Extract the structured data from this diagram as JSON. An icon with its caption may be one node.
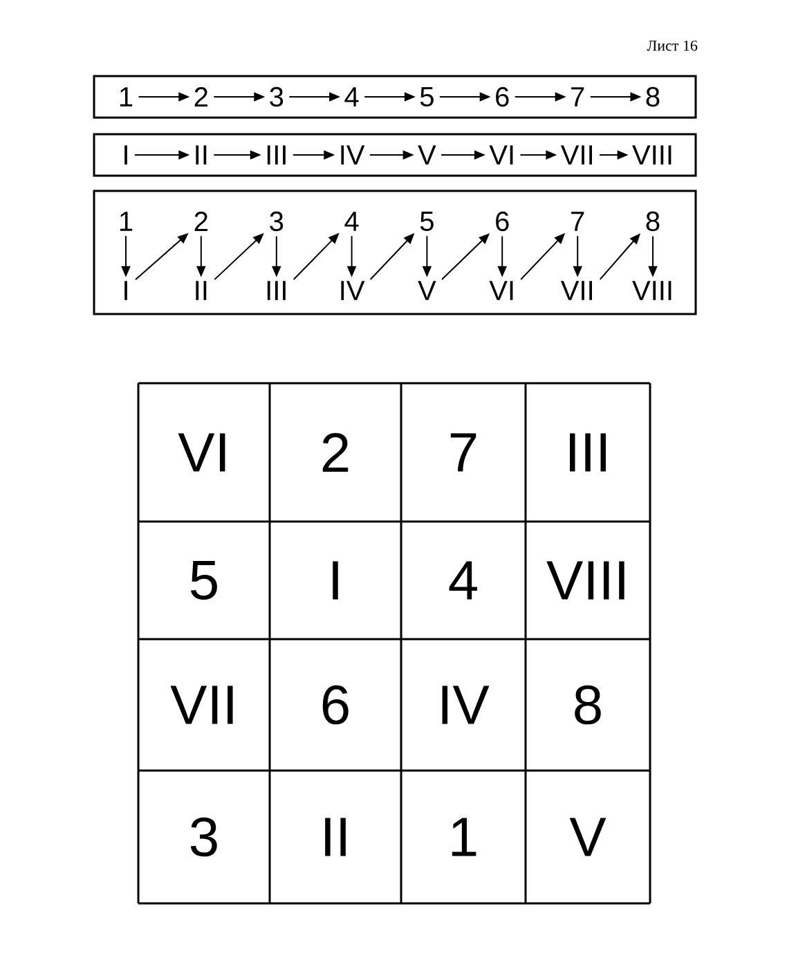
{
  "diagram": {
    "title": "Лист 16",
    "nodes": [
      {
        "text": [],
        "shape": "box"
      },
      {
        "text": [
          "1"
        ],
        "in": 0
      },
      {
        "text": [
          "2"
        ],
        "in": 0
      },
      {
        "text": [
          "3"
        ],
        "in": 0
      },
      {
        "text": [
          "4"
        ],
        "in": 0
      },
      {
        "text": [
          "5"
        ],
        "in": 0
      },
      {
        "text": [
          "6"
        ],
        "in": 0
      },
      {
        "text": [
          "7"
        ],
        "in": 0
      },
      {
        "text": [
          "8"
        ],
        "in": 0
      },
      {
        "text": [],
        "shape": "box"
      },
      {
        "text": [
          "I"
        ],
        "in": 9
      },
      {
        "text": [
          "II"
        ],
        "in": 9
      },
      {
        "text": [
          "III"
        ],
        "in": 9
      },
      {
        "text": [
          "IV"
        ],
        "in": 9
      },
      {
        "text": [
          "V"
        ],
        "in": 9
      },
      {
        "text": [
          "VI"
        ],
        "in": 9
      },
      {
        "text": [
          "VII"
        ],
        "in": 9
      },
      {
        "text": [
          "VIII"
        ],
        "in": 9
      },
      {
        "text": [],
        "shape": "box"
      },
      {
        "text": [
          "1"
        ],
        "in": 18
      },
      {
        "text": [
          "2"
        ],
        "in": 18
      },
      {
        "text": [
          "3"
        ],
        "in": 18
      },
      {
        "text": [
          "4"
        ],
        "in": 18
      },
      {
        "text": [
          "5"
        ],
        "in": 18
      },
      {
        "text": [
          "6"
        ],
        "in": 18
      },
      {
        "text": [
          "7"
        ],
        "in": 18
      },
      {
        "text": [
          "8"
        ],
        "in": 18
      },
      {
        "text": [
          "I"
        ],
        "in": 18
      },
      {
        "text": [
          "II"
        ],
        "in": 18
      },
      {
        "text": [
          "III"
        ],
        "in": 18
      },
      {
        "text": [
          "IV"
        ],
        "in": 18
      },
      {
        "text": [
          "V"
        ],
        "in": 18
      },
      {
        "text": [
          "VI"
        ],
        "in": 18
      },
      {
        "text": [
          "VII"
        ],
        "in": 18
      },
      {
        "text": [
          "VIII"
        ],
        "in": 18
      }
    ],
    "edges": [
      {
        "from": 1,
        "to": 2,
        "arrow": "to"
      },
      {
        "from": 2,
        "to": 3,
        "arrow": "to"
      },
      {
        "from": 3,
        "to": 4,
        "arrow": "to"
      },
      {
        "from": 4,
        "to": 5,
        "arrow": "to"
      },
      {
        "from": 5,
        "to": 6,
        "arrow": "to"
      },
      {
        "from": 6,
        "to": 7,
        "arrow": "to"
      },
      {
        "from": 7,
        "to": 8,
        "arrow": "to"
      },
      {
        "from": 10,
        "to": 11,
        "arrow": "to"
      },
      {
        "from": 11,
        "to": 12,
        "arrow": "to"
      },
      {
        "from": 12,
        "to": 13,
        "arrow": "to"
      },
      {
        "from": 13,
        "to": 14,
        "arrow": "to"
      },
      {
        "from": 14,
        "to": 15,
        "arrow": "to"
      },
      {
        "from": 15,
        "to": 16,
        "arrow": "to"
      },
      {
        "from": 16,
        "to": 17,
        "arrow": "to"
      },
      {
        "from": 19,
        "to": 27,
        "arrow": "to"
      },
      {
        "from": 27,
        "to": 20,
        "arrow": "to"
      },
      {
        "from": 20,
        "to": 28,
        "arrow": "to"
      },
      {
        "from": 28,
        "to": 21,
        "arrow": "to"
      },
      {
        "from": 21,
        "to": 29,
        "arrow": "to"
      },
      {
        "from": 29,
        "to": 22,
        "arrow": "to"
      },
      {
        "from": 22,
        "to": 30,
        "arrow": "to"
      },
      {
        "from": 30,
        "to": 23,
        "arrow": "to"
      },
      {
        "from": 23,
        "to": 31,
        "arrow": "to"
      },
      {
        "from": 31,
        "to": 24,
        "arrow": "to"
      },
      {
        "from": 24,
        "to": 32,
        "arrow": "to"
      },
      {
        "from": 32,
        "to": 25,
        "arrow": "to"
      },
      {
        "from": 25,
        "to": 33,
        "arrow": "to"
      },
      {
        "from": 33,
        "to": 26,
        "arrow": "to"
      },
      {
        "from": 26,
        "to": 34,
        "arrow": "to"
      }
    ],
    "labels": [
      "VI",
      "2",
      "7",
      "III",
      "5",
      "I",
      "4",
      "VIII",
      "VII",
      "6",
      "IV",
      "8",
      "3",
      "II",
      "1",
      "V"
    ]
  }
}
